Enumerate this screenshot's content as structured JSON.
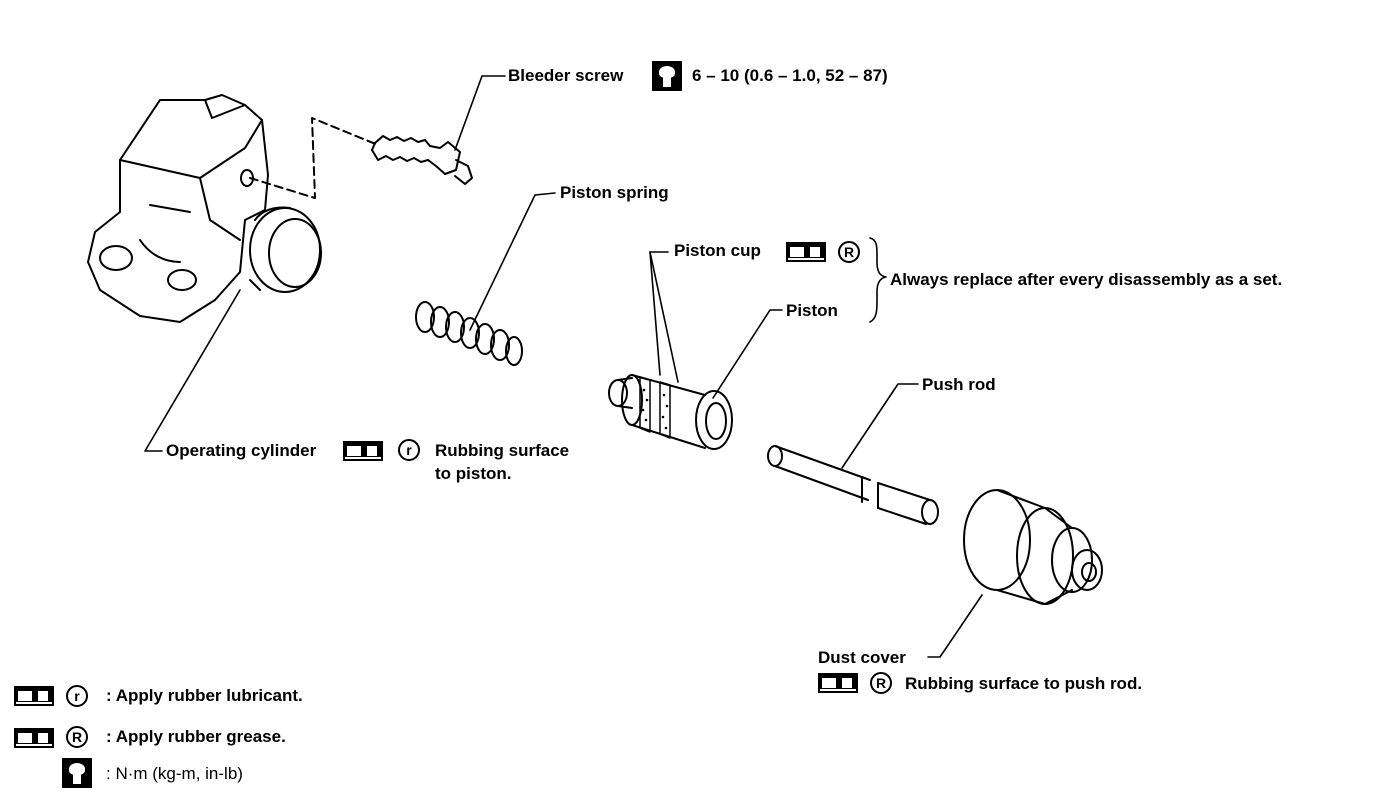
{
  "labels": {
    "bleeder_screw": "Bleeder screw",
    "bleeder_torque": "6 – 10 (0.6 – 1.0, 52 – 87)",
    "piston_spring": "Piston spring",
    "piston_cup": "Piston cup",
    "piston": "Piston",
    "always_replace": "Always replace after every disassembly as a set.",
    "push_rod": "Push rod",
    "operating_cylinder": "Operating cylinder",
    "rubbing_surface_piston_1": "Rubbing surface",
    "rubbing_surface_piston_2": "to piston.",
    "dust_cover": "Dust cover",
    "rubbing_surface_push_rod": "Rubbing surface to push rod."
  },
  "symbols": {
    "small_r": "r",
    "capital_r": "R"
  },
  "legend": {
    "rubber_lubricant": ": Apply rubber lubricant.",
    "rubber_grease": ": Apply rubber grease.",
    "torque_unit": ": N·m (kg-m, in-lb)"
  },
  "icons": [
    "wrench-torque-icon",
    "lubricant-can-icon",
    "circled-letter-icon"
  ],
  "colors": {
    "ink": "#000000",
    "paper": "#ffffff"
  }
}
